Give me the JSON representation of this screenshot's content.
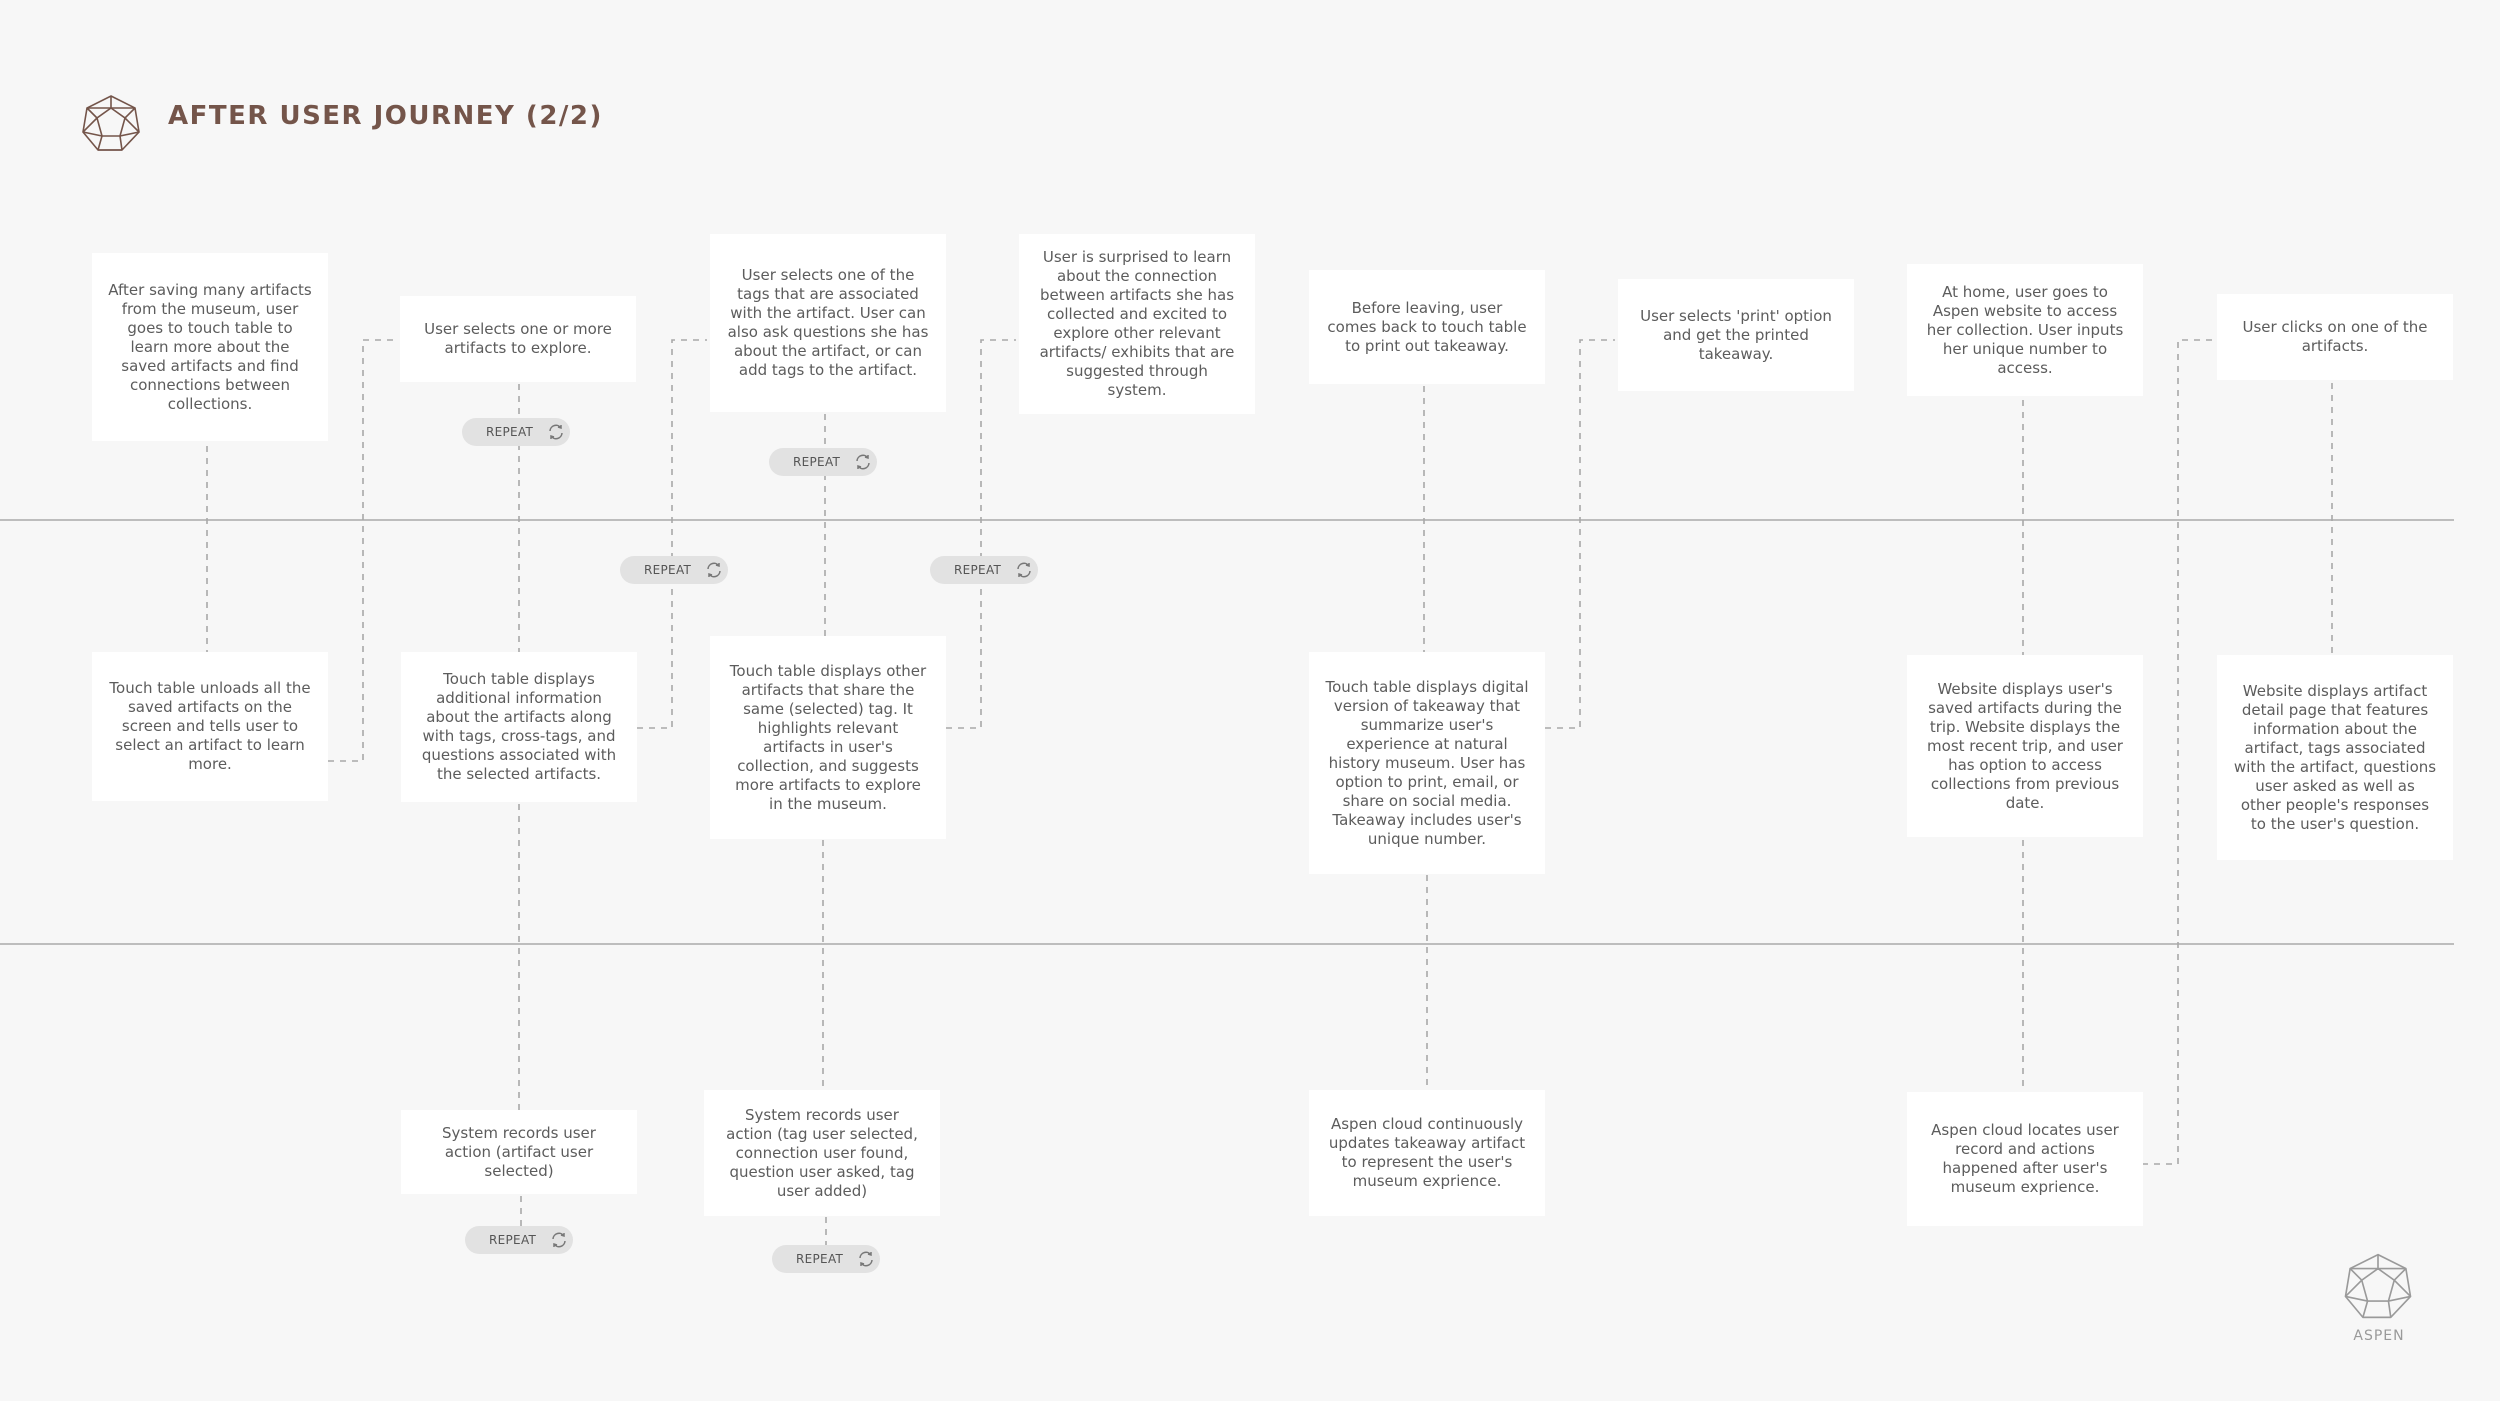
{
  "title": "AFTER USER JOURNEY (2/2)",
  "brand": "ASPEN",
  "colors": {
    "title": "#74554a",
    "background": "#f7f7f7",
    "card": "#ffffff",
    "lane": "#bdbdbd",
    "pill": "#e2e2e2"
  },
  "repeat_label": "REPEAT",
  "cards": {
    "c1": "After saving many artifacts from the museum, user goes to touch table to learn more about the saved artifacts and find connections between collections.",
    "c2": "User selects one or more artifacts to explore.",
    "c3": "User selects one of the tags that are associated with the artifact. User can also ask questions she has about the artifact, or can add tags to the artifact.",
    "c4": "User is surprised to learn about the connection between artifacts she has collected and excited to explore other relevant artifacts/ exhibits that are suggested through system.",
    "c5": "Before leaving, user comes back to touch table to print out takeaway.",
    "c6": "User selects 'print' option and get the printed takeaway.",
    "c7": "At home, user goes to Aspen website to access her collection. User inputs her unique number to access.",
    "c8": "User clicks on one of the artifacts.",
    "c9": "Touch table unloads all the saved artifacts on the screen and tells user to select an artifact to learn more.",
    "c10": "Touch table displays additional information about the artifacts along with tags, cross-tags, and questions associated with the selected artifacts.",
    "c11": "Touch table displays other artifacts that share the same (selected) tag. It highlights relevant artifacts in user's collection, and suggests more artifacts to explore in the museum.",
    "c12": "Touch table displays digital version of takeaway that summarize user's experience at natural history museum. User has option to print, email, or share on social media. Takeaway includes user's unique number.",
    "c13": "Website displays user's saved artifacts during the trip. Website displays the most recent trip, and user has option to access collections from previous date.",
    "c14": "Website displays artifact detail page that features information about the artifact, tags associated with the artifact, questions user asked as well as other people's responses to the user's question.",
    "c15": "System records user action (artifact user selected)",
    "c16": "System records user action (tag user selected, connection user found, question user asked, tag user added)",
    "c17": "Aspen cloud continuously updates takeaway artifact to represent the user's museum exprience.",
    "c18": "Aspen cloud locates user record and actions happened after user's museum exprience."
  }
}
